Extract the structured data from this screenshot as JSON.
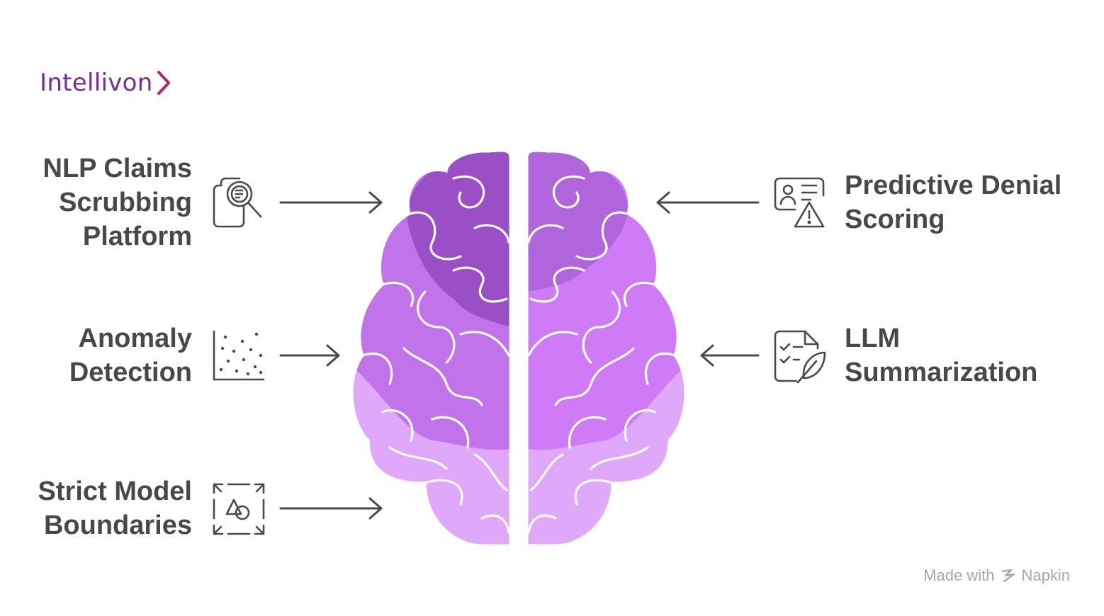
{
  "brand": {
    "name": "Intellivon",
    "color": "#7a2aa0",
    "chevron_color": "#c0226a"
  },
  "items": {
    "nlp_claims": {
      "lines": [
        "NLP Claims",
        "Scrubbing",
        "Platform"
      ],
      "icon": "document-search-icon"
    },
    "anomaly": {
      "lines": [
        "Anomaly",
        "Detection"
      ],
      "icon": "scatter-plot-icon"
    },
    "strict_model": {
      "lines": [
        "Strict Model",
        "Boundaries"
      ],
      "icon": "shapes-boundary-icon"
    },
    "predictive": {
      "lines": [
        "Predictive Denial",
        "Scoring"
      ],
      "icon": "profile-warning-icon"
    },
    "llm": {
      "lines": [
        "LLM",
        "Summarization"
      ],
      "icon": "checklist-feather-icon"
    }
  },
  "footer": {
    "prefix": "Made with",
    "brand": "Napkin"
  },
  "colors": {
    "dark_purple": "#9a4fc6",
    "mid_purple": "#c173ea",
    "bright_purple": "#cf7bf8",
    "light_purple": "#e0a8f8",
    "text": "#484848",
    "arrow": "#4a4a4a"
  }
}
